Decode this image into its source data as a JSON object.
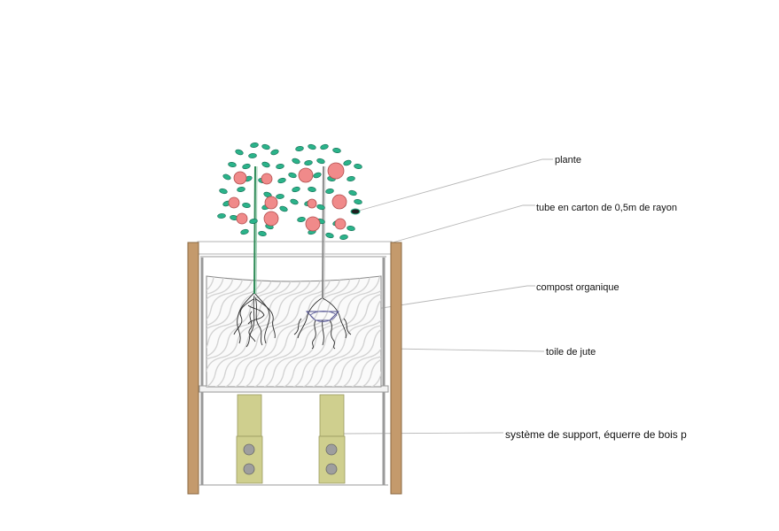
{
  "labels": {
    "plante": "plante",
    "tube": "tube en carton de 0,5m de rayon",
    "compost": "compost organique",
    "toile": "toile de jute",
    "support": "système de support,  équerre de bois peint"
  },
  "colors": {
    "wood": "#c49a6c",
    "wood_edge": "#8b6a43",
    "frame_grey": "#9a9a9a",
    "compost_hatch": "#d3d3d3",
    "bracket": "#cfcf8e",
    "bolt": "#9e9e9e",
    "fruit": "#f08a8a",
    "fruit_edge": "#b24d4d",
    "leaf": "#2bb38a",
    "stem_green": "#2e8b57",
    "stem_grey": "#8a8a8a",
    "leader_line": "#b8b8b8"
  }
}
